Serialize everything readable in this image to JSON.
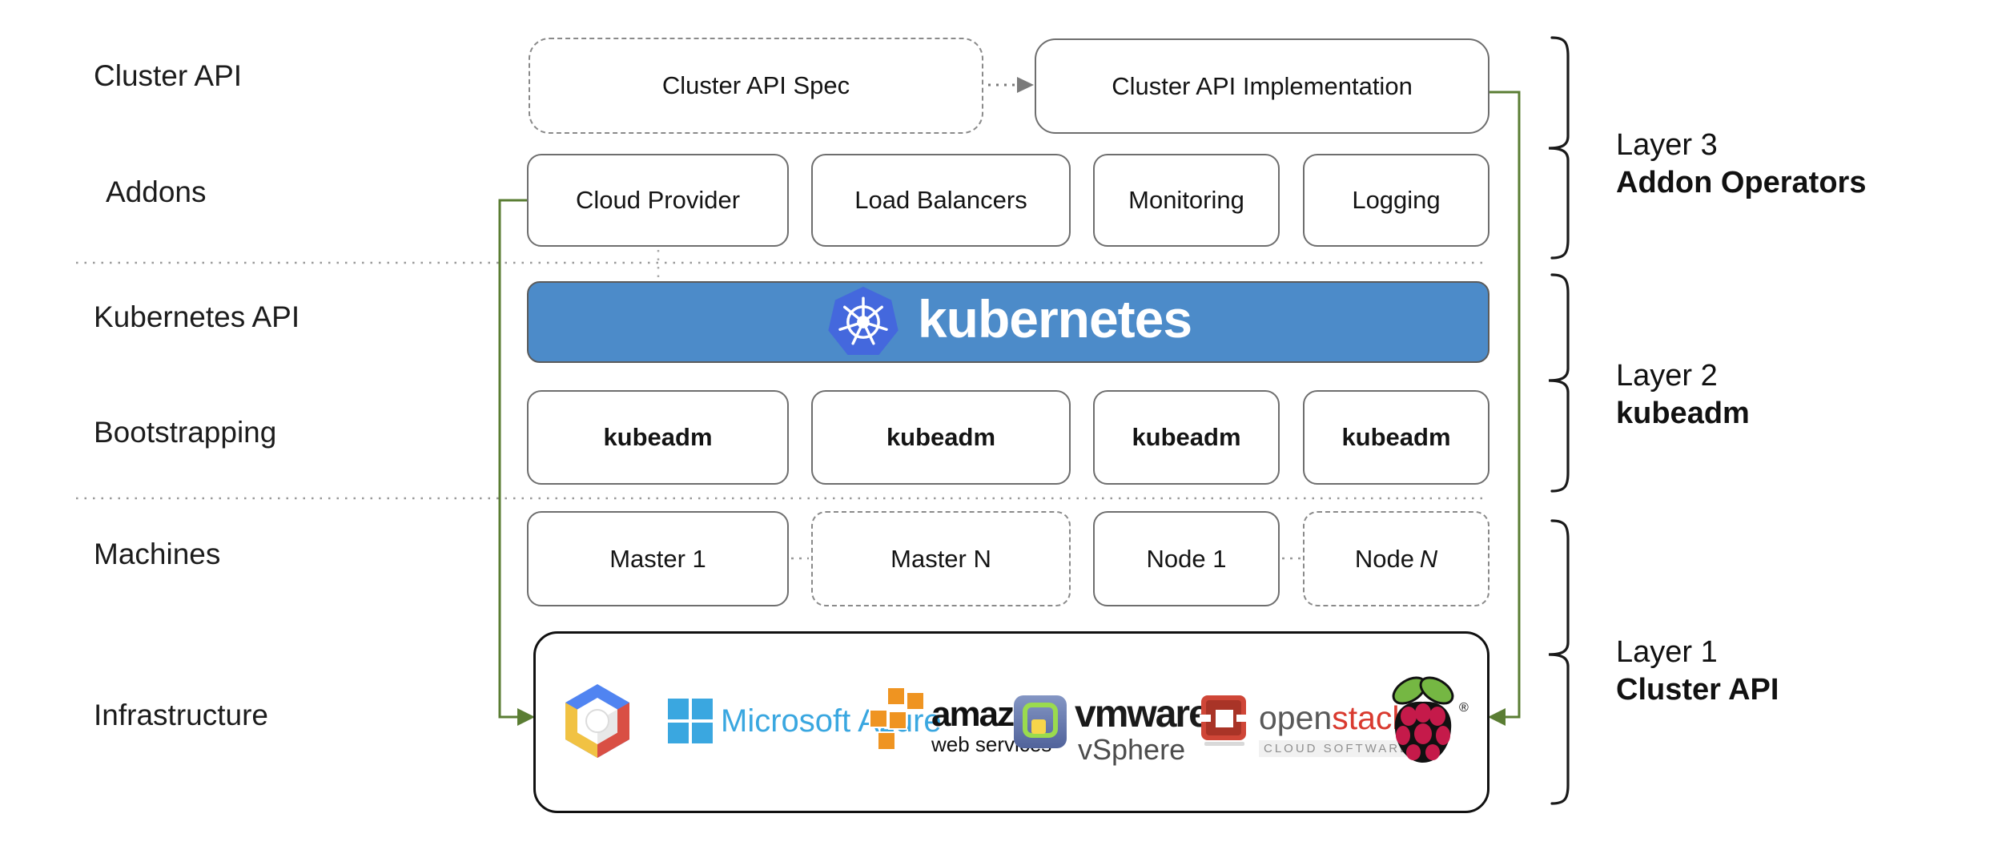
{
  "row_labels": [
    {
      "id": "cluster-api",
      "text": "Cluster API"
    },
    {
      "id": "addons",
      "text": "Addons"
    },
    {
      "id": "kubernetes-api",
      "text": "Kubernetes API"
    },
    {
      "id": "bootstrapping",
      "text": "Bootstrapping"
    },
    {
      "id": "machines",
      "text": "Machines"
    },
    {
      "id": "infrastructure",
      "text": "Infrastructure"
    }
  ],
  "top_row": {
    "spec": "Cluster API Spec",
    "implementation": "Cluster API Implementation"
  },
  "addons_row": {
    "items": [
      "Cloud Provider",
      "Load Balancers",
      "Monitoring",
      "Logging"
    ]
  },
  "banner": {
    "wordmark": "kubernetes",
    "background_color": "#4c8bc9",
    "logo_color": "#4468dd"
  },
  "bootstrap_row": {
    "items": [
      "kubeadm",
      "kubeadm",
      "kubeadm",
      "kubeadm"
    ]
  },
  "machines_row": {
    "items": [
      {
        "label": "Master 1",
        "suffix": "",
        "dashed": false
      },
      {
        "label": "Master N",
        "suffix": "",
        "dashed": true
      },
      {
        "label": "Node 1",
        "suffix": "",
        "dashed": false
      },
      {
        "label": "Node",
        "suffix": "N",
        "dashed": true
      }
    ]
  },
  "infrastructure": {
    "providers": [
      {
        "name": "google-cloud-platform"
      },
      {
        "name": "microsoft-azure",
        "text": "Microsoft Azure"
      },
      {
        "name": "amazon-web-services",
        "line1": "amazon",
        "line2": "web services"
      },
      {
        "name": "vmware-vsphere",
        "line1": "vmware",
        "trademark": "®",
        "line2": "vSphere"
      },
      {
        "name": "openstack",
        "part1": "open",
        "part2": "stack",
        "trademark": "™",
        "tagline": "CLOUD SOFTWARE"
      },
      {
        "name": "raspberry-pi",
        "trademark": "®"
      }
    ]
  },
  "layers": [
    {
      "layer": "Layer 3",
      "name": "Addon Operators"
    },
    {
      "layer": "Layer 2",
      "name": "kubeadm"
    },
    {
      "layer": "Layer 1",
      "name": "Cluster API"
    }
  ],
  "colors": {
    "banner_blue": "#4c8bc9",
    "k8s_logo_blue": "#4468dd",
    "arrow_green": "#5a7d33",
    "box_border_gray": "#6e6e6e",
    "dashed_gray": "#8a8a8a",
    "aws_orange": "#ef9421",
    "azure_blue": "#3aa7e0",
    "openstack_red": "#d93a2f",
    "raspberry_crimson": "#c51a4a",
    "leaf_green": "#75b743",
    "gcp_blue": "#5084f1",
    "gcp_red": "#d94f44",
    "gcp_yellow": "#f1c243"
  }
}
